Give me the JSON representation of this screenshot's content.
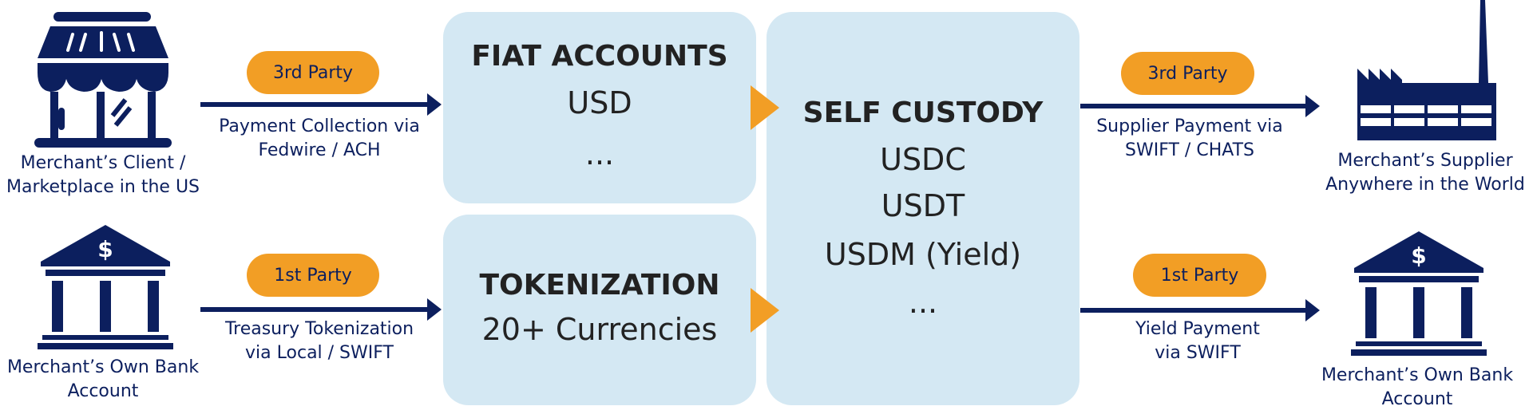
{
  "colors": {
    "navy": "#0c1f5e",
    "orange": "#f29e25",
    "box": "#d4e8f3"
  },
  "left": {
    "top": {
      "label_line1": "Merchant’s Client /",
      "label_line2": "Marketplace in the US",
      "icon": "store-icon",
      "pill": "3rd Party",
      "flow_line1": "Payment Collection via",
      "flow_line2": "Fedwire / ACH"
    },
    "bottom": {
      "label_line1": "Merchant’s Own Bank",
      "label_line2": "Account",
      "icon": "bank-icon",
      "pill": "1st Party",
      "flow_line1": "Treasury Tokenization",
      "flow_line2": "via Local / SWIFT"
    }
  },
  "boxes": {
    "fiat": {
      "title": "FIAT ACCOUNTS",
      "items": [
        "USD",
        "..."
      ]
    },
    "tokenization": {
      "title": "TOKENIZATION",
      "items": [
        "20+ Currencies"
      ]
    },
    "self_custody": {
      "title": "SELF CUSTODY",
      "items": [
        "USDC",
        "USDT",
        "USDM (Yield)",
        "..."
      ]
    }
  },
  "right": {
    "top": {
      "label_line1": "Merchant’s Supplier",
      "label_line2": "Anywhere in the World",
      "icon": "factory-icon",
      "pill": "3rd Party",
      "flow_line1": "Supplier Payment via",
      "flow_line2": "SWIFT / CHATS"
    },
    "bottom": {
      "label_line1": "Merchant’s Own Bank",
      "label_line2": "Account",
      "icon": "bank-icon",
      "pill": "1st Party",
      "flow_line1": "Yield Payment",
      "flow_line2": "via SWIFT"
    }
  }
}
